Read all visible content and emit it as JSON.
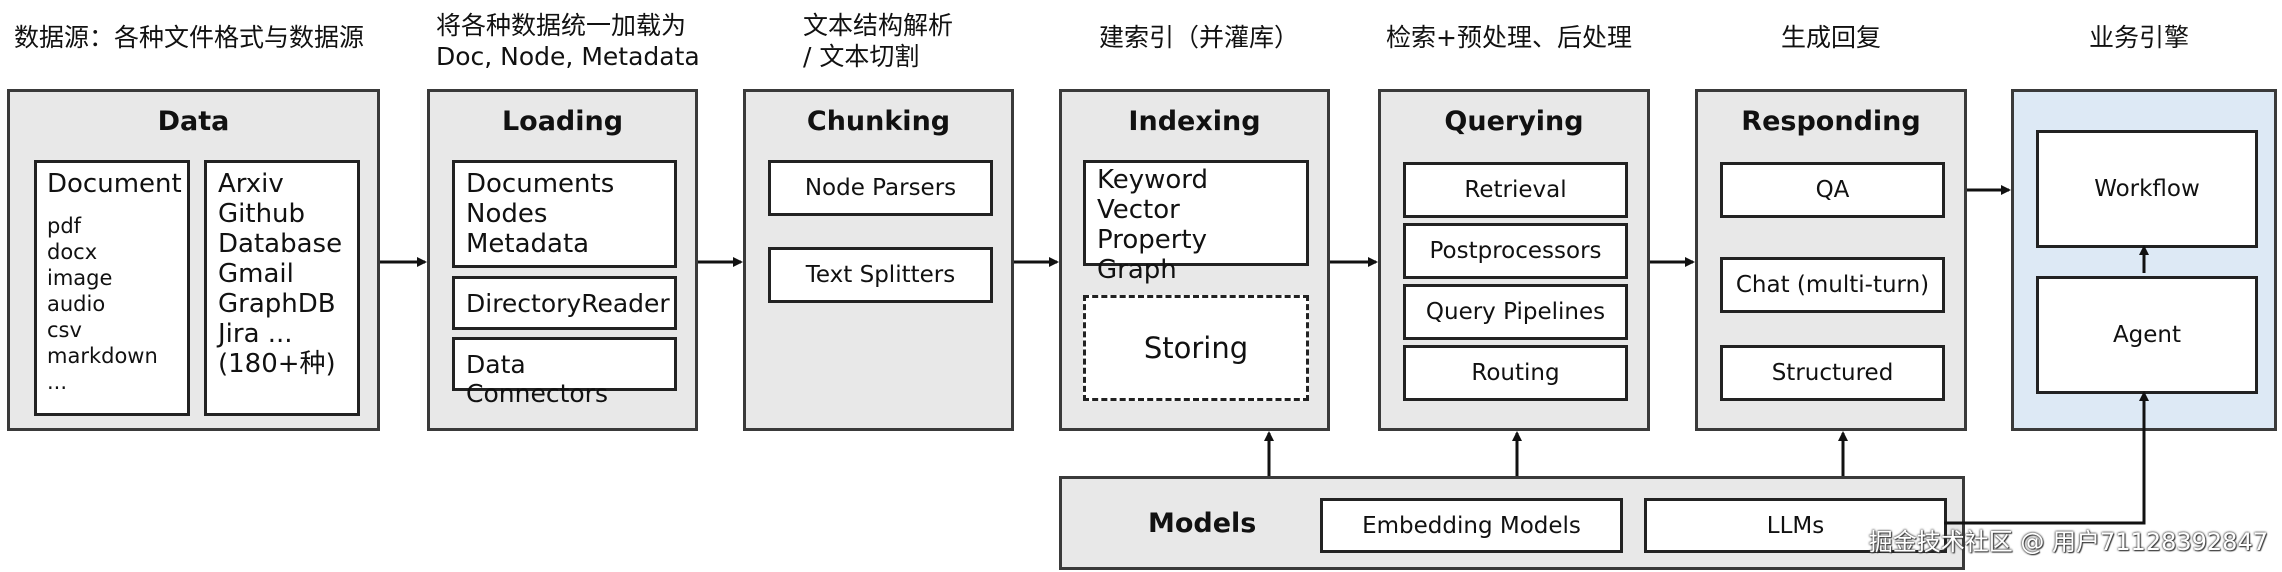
{
  "captions": {
    "data": "数据源：各种文件格式与数据源",
    "loading": "将各种数据统一加载为\nDoc, Node, Metadata",
    "chunking": "文本结构解析\n/ 文本切割",
    "indexing": "建索引（并灌库）",
    "querying": "检索+预处理、后处理",
    "responding": "生成回复",
    "engine": "业务引擎"
  },
  "data": {
    "title": "Data",
    "document_title": "Document",
    "document_formats": "pdf\ndocx\nimage\naudio\ncsv\nmarkdown\n...",
    "sources": "Arxiv\nGithub\nDatabase\nGmail\nGraphDB\nJira ...\n(180+种)"
  },
  "loading": {
    "title": "Loading",
    "items_text": "Documents\nNodes\nMetadata",
    "directory_reader": "DirectoryReader",
    "data_connectors": "Data Connectors"
  },
  "chunking": {
    "title": "Chunking",
    "node_parsers": "Node Parsers",
    "text_splitters": "Text Splitters"
  },
  "indexing": {
    "title": "Indexing",
    "index_types": "Keyword\nVector\nProperty Graph",
    "storing": "Storing"
  },
  "querying": {
    "title": "Querying",
    "retrieval": "Retrieval",
    "postprocessors": "Postprocessors",
    "query_pipelines": "Query Pipelines",
    "routing": "Routing"
  },
  "responding": {
    "title": "Responding",
    "qa": "QA",
    "chat": "Chat (multi-turn)",
    "structured": "Structured"
  },
  "engine": {
    "workflow": "Workflow",
    "agent": "Agent"
  },
  "models": {
    "title": "Models",
    "embedding": "Embedding Models",
    "llms": "LLMs"
  },
  "watermark": "掘金技术社区 @ 用户7112839284​7",
  "colors": {
    "stage_fill": "#e8e8e8",
    "engine_fill": "#dde9f5",
    "border": "#3a3a3a"
  }
}
